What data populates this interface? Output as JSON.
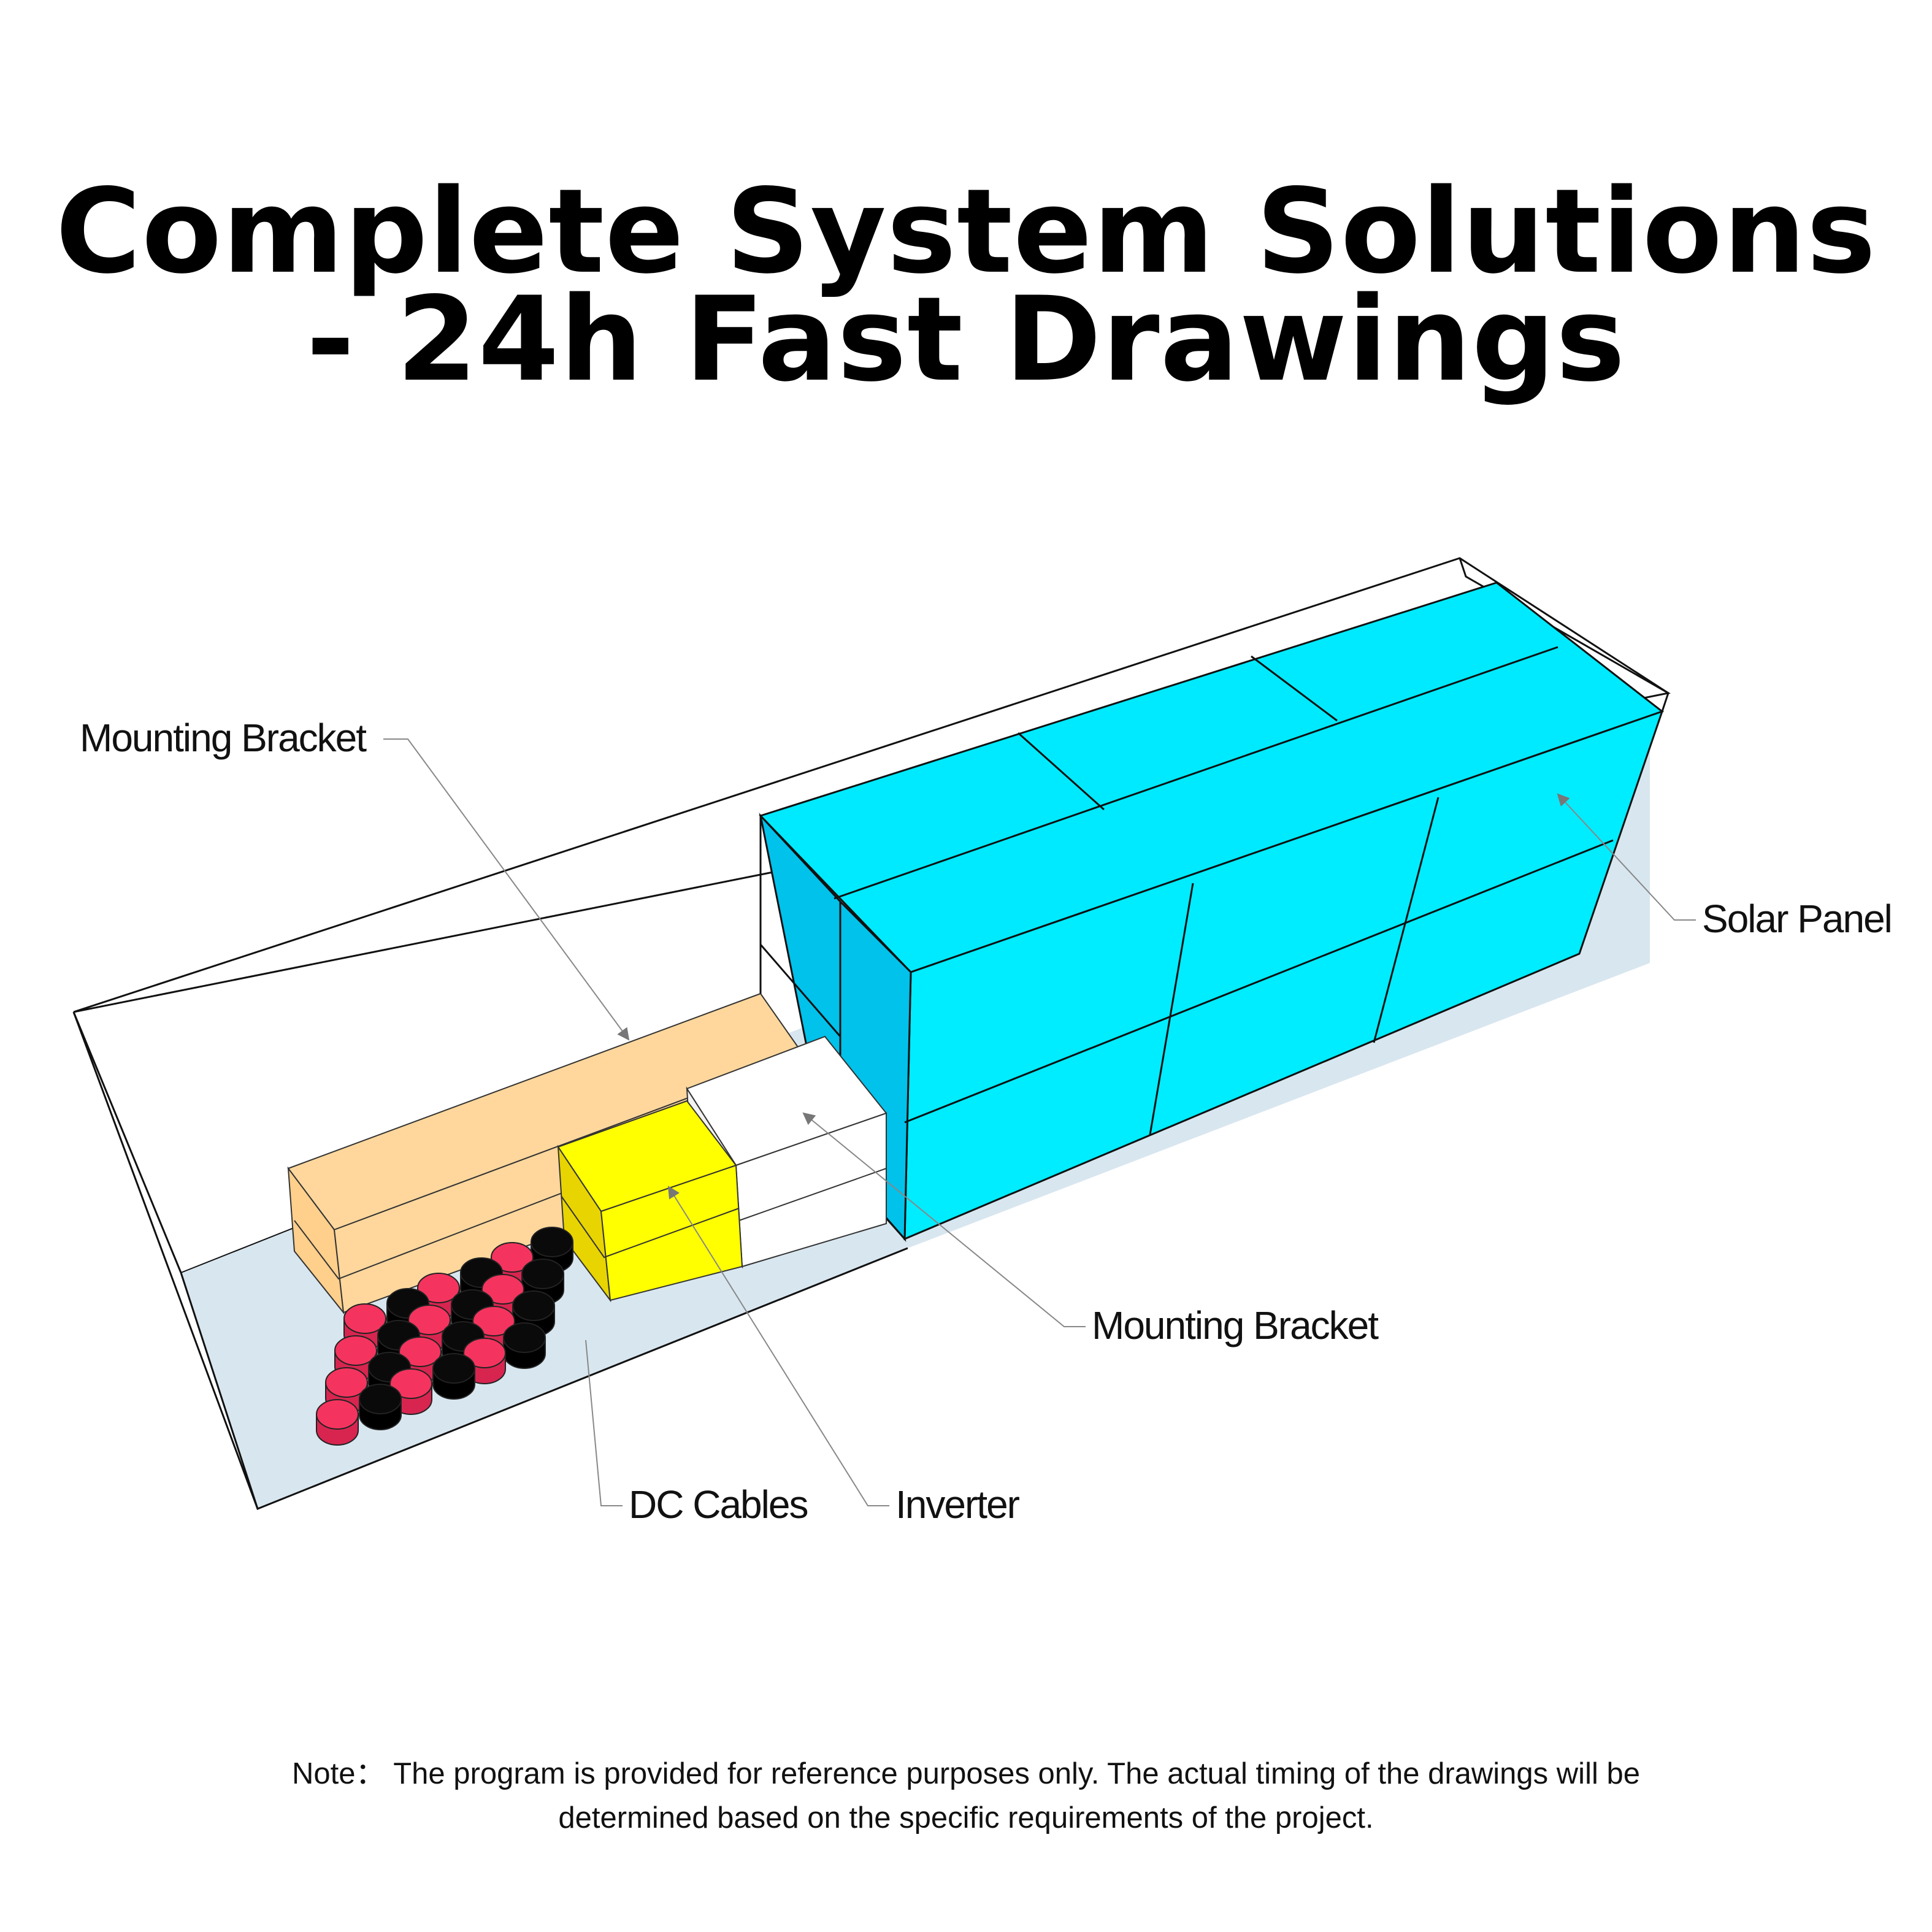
{
  "title": {
    "line1": "Complete System Solutions",
    "line2": "- 24h Fast Drawings"
  },
  "labels": {
    "mounting_bracket_top": "Mounting Bracket",
    "solar_panel": "Solar Panel",
    "mounting_bracket_bottom": "Mounting Bracket",
    "dc_cables": "DC Cables",
    "inverter": "Inverter"
  },
  "note": {
    "line1": "Note： The program is provided for reference purposes only. The actual timing of the drawings will be",
    "line2": "determined based on the specific requirements of the project."
  },
  "colors": {
    "solar_panel_front": "#00ECFF",
    "solar_panel_side": "#00C2EB",
    "mounting_bracket_wood": "#FFD79C",
    "inverter_yellow": "#FFFF00",
    "bracket_white": "#FFFFFF",
    "dc_cable_red": "#F4345E",
    "dc_cable_black": "#0A0A0A",
    "container_floor": "#D8E6EF"
  }
}
